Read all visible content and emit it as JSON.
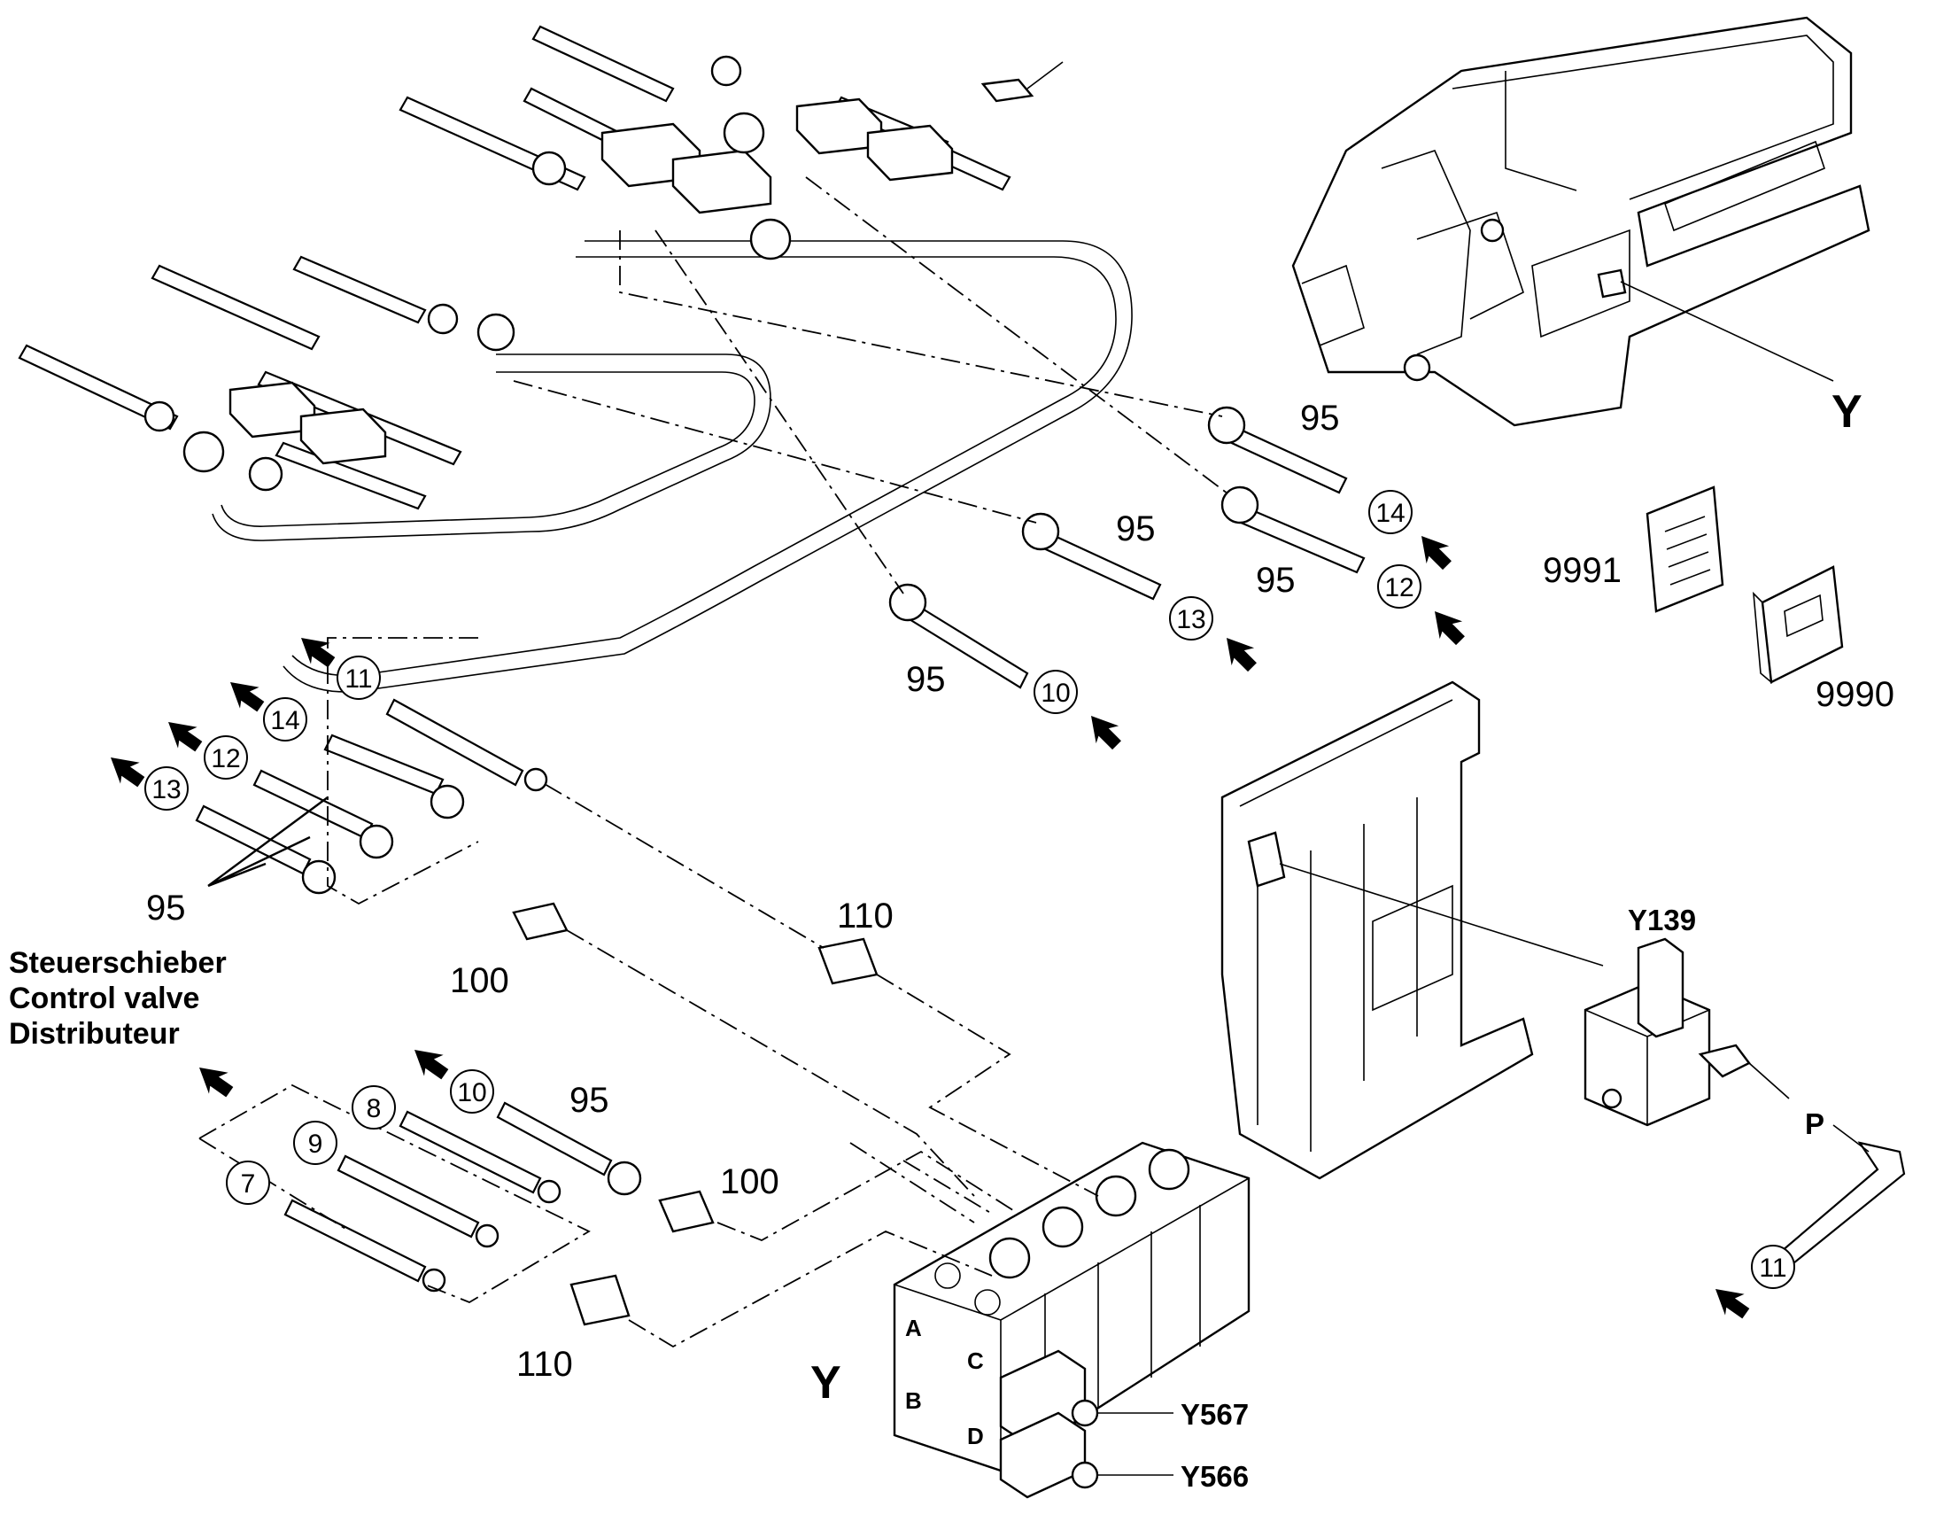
{
  "callouts": {
    "c14_top": "14",
    "c12_top": "12",
    "c13_mid": "13",
    "c10_mid": "10",
    "c11_left": "11",
    "c14_left": "14",
    "c12_left": "12",
    "c13_left": "13",
    "c8": "8",
    "c9": "9",
    "c7": "7",
    "c10_low": "10",
    "c11_right": "11"
  },
  "parts": {
    "p95_a": "95",
    "p95_b": "95",
    "p95_c": "95",
    "p95_d": "95",
    "p95_left": "95",
    "p95_low": "95",
    "p100_a": "100",
    "p100_b": "100",
    "p110_a": "110",
    "p110_b": "110",
    "p9991": "9991",
    "p9990": "9990"
  },
  "valve_labels": {
    "line1": "Steuerschieber",
    "line2": "Control valve",
    "line3": "Distributeur"
  },
  "components": {
    "y_frame": "Y",
    "y_valve": "Y",
    "y139": "Y139",
    "y567": "Y567",
    "y566": "Y566",
    "p_port": "P"
  },
  "ports": {
    "a": "A",
    "b": "B",
    "c": "C",
    "d": "D"
  }
}
